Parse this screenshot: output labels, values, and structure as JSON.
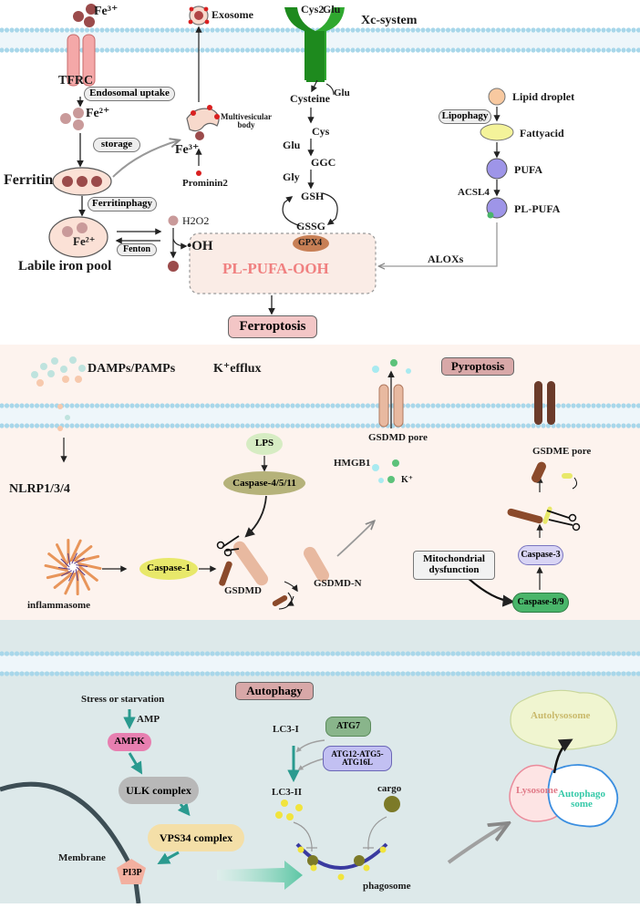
{
  "ferroptosis": {
    "fe3_top": "Fe³⁺",
    "tfrc": "TFRC",
    "endosomal_uptake": "Endosomal uptake",
    "fe2_a": "Fe²⁺",
    "storage": "storage",
    "ferritin": "Ferritin",
    "ferritinphagy": "Ferritinphagy",
    "fe2_pool": "Fe²⁺",
    "labile_iron_pool": "Labile iron pool",
    "fenton": "Fenton",
    "h2o2": "H2O2",
    "oh": "•OH",
    "exosome": "Exosome",
    "multivesicular_body": "Multivesicular\nbody",
    "fe3_mvb": "Fe³⁺",
    "prominin2": "Prominin2",
    "cys2": "Cys2",
    "glu_top": "Glu",
    "xc_system": "Xc-system",
    "glu_out": "Glu",
    "cysteine": "Cysteine",
    "cys": "Cys",
    "glu": "Glu",
    "ggc": "GGC",
    "gly": "Gly",
    "gsh": "GSH",
    "gssg": "GSSG",
    "gpx4": "GPX4",
    "pl_pufa_ooh": "PL-PUFA-OOH",
    "ferroptosis": "Ferroptosis",
    "lipid_droplet": "Lipid droplet",
    "lipophagy": "Lipophagy",
    "fattyacid": "Fattyacid",
    "pufa": "PUFA",
    "acsl4": "ACSL4",
    "pl_pufa": "PL-PUFA",
    "aloxs": "ALOXs"
  },
  "pyroptosis": {
    "damps": "DAMPs/PAMPs",
    "k_efflux": "K⁺efflux",
    "title": "Pyroptosis",
    "nlrp": "NLRP1/3/4",
    "lps": "LPS",
    "caspase_4511": "Caspase-4/5/11",
    "caspase1": "Caspase-1",
    "inflammasome": "inflammasome",
    "gsdmd": "GSDMD",
    "gsdmd_n": "GSDMD-N",
    "gsdmd_pore": "GSDMD pore",
    "hmgb1": "HMGB1",
    "k_plus": "K⁺",
    "gsdme_pore": "GSDME pore",
    "caspase3": "Caspase-3",
    "mito": "Mitochondrial\ndysfunction",
    "caspase89": "Caspase-8/9"
  },
  "autophagy": {
    "title": "Autophagy",
    "stress": "Stress or starvation",
    "amp": "AMP",
    "ampk": "AMPK",
    "ulk": "ULK complex",
    "vps34": "VPS34 complex",
    "membrane": "Membrane",
    "pi3p": "PI3P",
    "lc3i": "LC3-I",
    "atg7": "ATG7",
    "atg12": "ATG12-ATG5-\nATG16L",
    "lc3ii": "LC3-II",
    "cargo": "cargo",
    "phagosome": "phagosome",
    "autolysosome": "Autolysosome",
    "lysosome": "Lysosome",
    "autophagosome": "Autophago\nsome"
  },
  "colors": {
    "ferro_bg": "#ffffff",
    "pyro_bg": "#fdf3ee",
    "auto_bg": "#dde9ea",
    "membrane_head": "#a8d7ea",
    "tfrc": "#f4a8a8",
    "xc": "#1e8a1e",
    "pink_box": "#f3c6c6",
    "ros_text": "#f08080",
    "olive": "#b5b27a",
    "teal_arrow": "#2a9a8f"
  }
}
